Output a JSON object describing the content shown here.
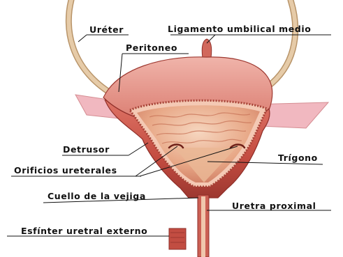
{
  "labels": {
    "ureter": "Uréter",
    "ligamento": "Ligamento umbilical medio",
    "peritoneo": "Peritoneo",
    "detrusor": "Detrusor",
    "trigono": "Trígono",
    "orificios": "Orificios ureterales",
    "cuello": "Cuello de la vejiga",
    "uretra": "Uretra proximal",
    "esfinter": "Esfínter uretral externo"
  },
  "colors": {
    "muscle": "#c9554a",
    "muscle_dark": "#8e2e28",
    "peritoneum": "#e49a8f",
    "mucosa": "#e4a483",
    "mucosa_light": "#f2cdb5",
    "ureter": "#d8bb98",
    "leader_line": "#111111"
  }
}
